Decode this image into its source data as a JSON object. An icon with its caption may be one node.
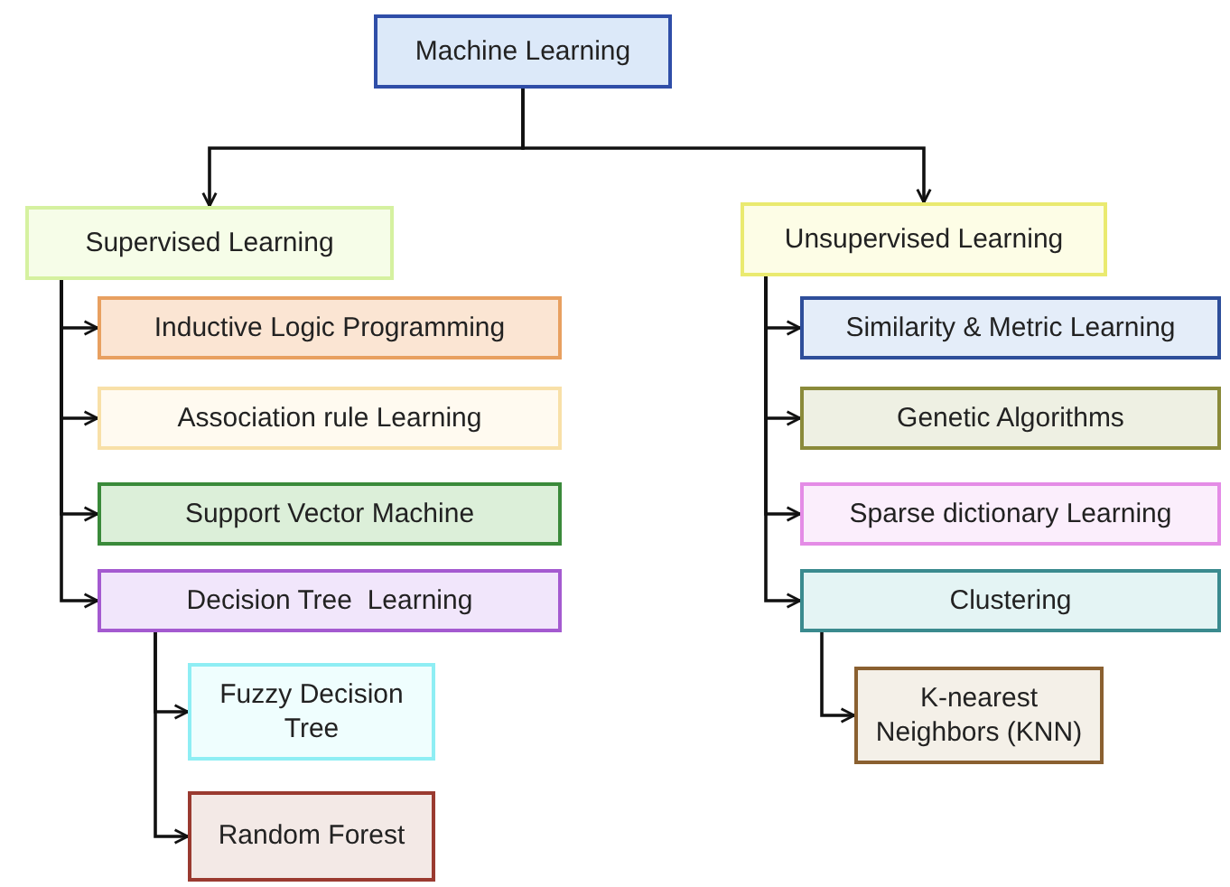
{
  "diagram": {
    "nodes": [
      {
        "text": [
          "Machine Learning"
        ]
      },
      {
        "text": [
          "Supervised Learning"
        ]
      },
      {
        "text": [
          "Unsupervised Learning"
        ]
      },
      {
        "text": [
          "Inductive Logic Programming"
        ]
      },
      {
        "text": [
          "Association rule Learning"
        ]
      },
      {
        "text": [
          "Support Vector Machine"
        ]
      },
      {
        "text": [
          "Decision Tree  Learning"
        ]
      },
      {
        "text": [
          "Fuzzy Decision Tree"
        ]
      },
      {
        "text": [
          "Random Forest"
        ]
      },
      {
        "text": [
          "Similarity & Metric Learning"
        ]
      },
      {
        "text": [
          "Genetic Algorithms"
        ]
      },
      {
        "text": [
          "Sparse dictionary Learning"
        ]
      },
      {
        "text": [
          "Clustering"
        ]
      },
      {
        "text": [
          "K-nearest Neighbors (KNN)"
        ]
      }
    ],
    "edges": [
      {
        "from": 0,
        "to": 1,
        "arrow": "to"
      },
      {
        "from": 0,
        "to": 2,
        "arrow": "to"
      },
      {
        "from": 1,
        "to": 3,
        "arrow": "to"
      },
      {
        "from": 1,
        "to": 4,
        "arrow": "to"
      },
      {
        "from": 1,
        "to": 5,
        "arrow": "to"
      },
      {
        "from": 1,
        "to": 6,
        "arrow": "to"
      },
      {
        "from": 6,
        "to": 7,
        "arrow": "to"
      },
      {
        "from": 6,
        "to": 8,
        "arrow": "to"
      },
      {
        "from": 2,
        "to": 9,
        "arrow": "to"
      },
      {
        "from": 2,
        "to": 10,
        "arrow": "to"
      },
      {
        "from": 2,
        "to": 11,
        "arrow": "to"
      },
      {
        "from": 2,
        "to": 12,
        "arrow": "to"
      },
      {
        "from": 12,
        "to": 13,
        "arrow": "to"
      }
    ]
  }
}
